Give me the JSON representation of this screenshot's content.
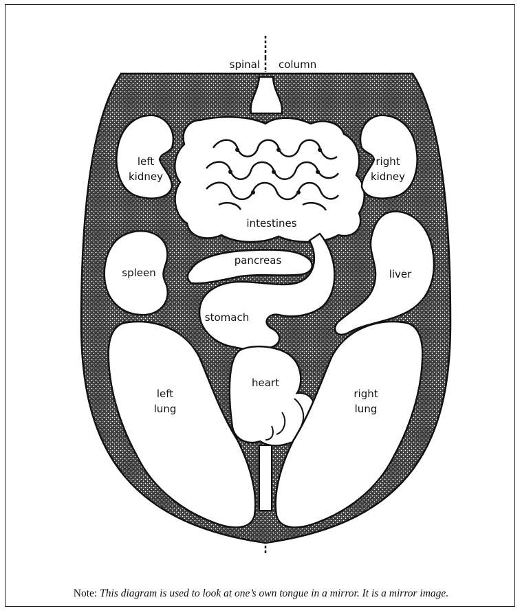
{
  "labels": {
    "spinal": "spinal",
    "column": "column",
    "left_kidney_1": "left",
    "left_kidney_2": "kidney",
    "right_kidney_1": "right",
    "right_kidney_2": "kidney",
    "intestines": "intestines",
    "spleen": "spleen",
    "pancreas": "pancreas",
    "liver": "liver",
    "stomach": "stomach",
    "heart": "heart",
    "left_lung_1": "left",
    "left_lung_2": "lung",
    "right_lung_1": "right",
    "right_lung_2": "lung"
  },
  "note": {
    "prefix": "Note:",
    "body": "This diagram is used to look at one’s own tongue in a mirror. It is a mirror image."
  }
}
